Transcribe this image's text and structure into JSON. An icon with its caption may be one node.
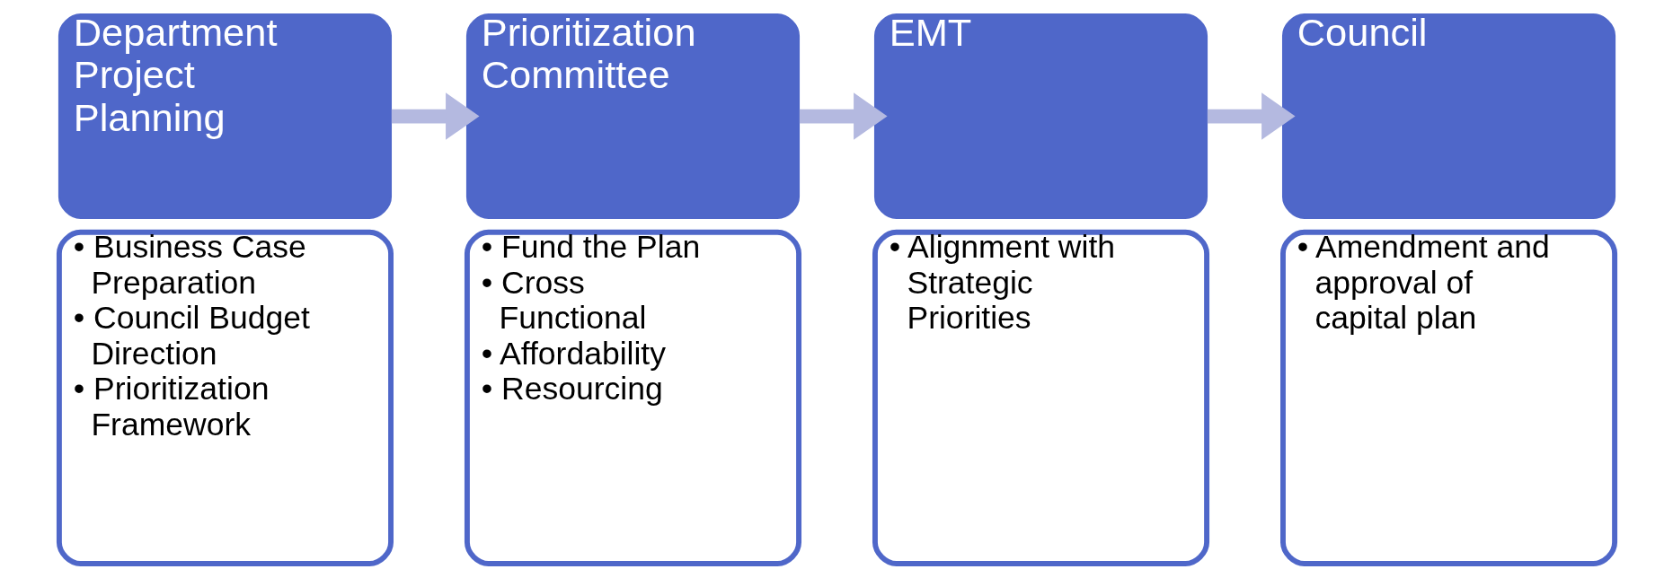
{
  "diagram": {
    "nodes": [
      {
        "text": [
          "Department Project Planning"
        ]
      },
      {
        "text": [
          "• Business Case Preparation",
          "• Council Budget Direction",
          "• Prioritization Framework"
        ]
      },
      {
        "text": [
          "Prioritization Committee"
        ]
      },
      {
        "text": [
          "• Fund the Plan",
          "• Cross Functional",
          "• Affordability",
          "• Resourcing"
        ]
      },
      {
        "text": [
          "EMT"
        ]
      },
      {
        "text": [
          "• Alignment with Strategic Priorities"
        ]
      },
      {
        "text": [
          "Council"
        ]
      },
      {
        "text": [
          "• Amendment and approval of capital plan"
        ]
      }
    ],
    "edges": [
      {
        "from": 0,
        "to": 2,
        "arrow": "to"
      },
      {
        "from": 2,
        "to": 4,
        "arrow": "to"
      },
      {
        "from": 4,
        "to": 6,
        "arrow": "to"
      }
    ]
  }
}
